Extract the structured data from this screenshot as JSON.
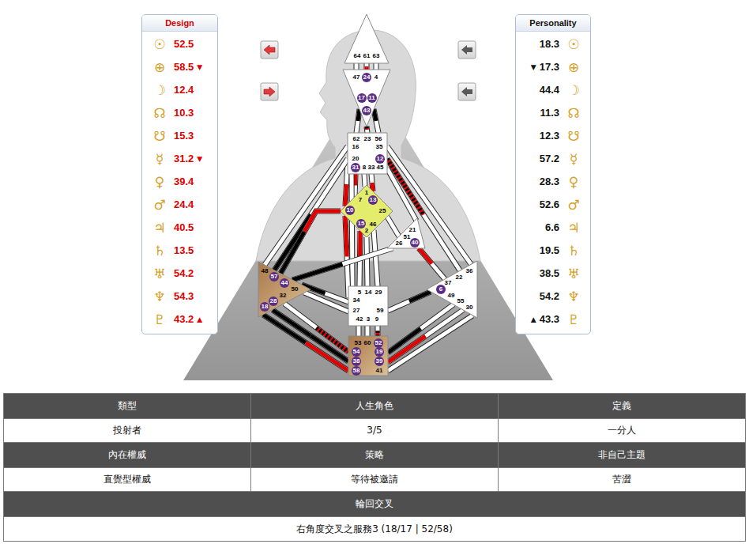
{
  "diagram": {
    "nodes": [
      {
        "text": [
          "Design",
          "☉",
          "52.5",
          "⊕",
          "58.5",
          "▼",
          "☽",
          "12.4",
          "☊",
          "10.3",
          "☋",
          "15.3",
          "☿",
          "31.2",
          "▼",
          "♀",
          "39.4",
          "♂",
          "24.4",
          "♃",
          "40.5",
          "♄",
          "13.5",
          "♅",
          "54.2",
          "♆",
          "54.3",
          "♇",
          "43.2",
          "▲"
        ]
      },
      {
        "text": [
          "64",
          "61",
          "63"
        ]
      },
      {
        "text": [
          "47",
          "24",
          "4",
          "17",
          "11",
          "43"
        ]
      },
      {
        "text": [
          "62",
          "23",
          "56",
          "16",
          "35",
          "20",
          "12",
          "31",
          "8",
          "33",
          "45"
        ]
      },
      {
        "text": [
          "1",
          "7",
          "13",
          "10",
          "25",
          "15",
          "46",
          "2"
        ]
      },
      {
        "text": [
          "21",
          "51",
          "26",
          "40"
        ]
      },
      {
        "text": [
          "48",
          "57",
          "44",
          "50",
          "32",
          "28",
          "18"
        ]
      },
      {
        "text": [
          "5",
          "14",
          "29",
          "34",
          "27",
          "59",
          "42",
          "3",
          "9"
        ]
      },
      {
        "text": [
          "36",
          "22",
          "37",
          "6",
          "49",
          "55",
          "30"
        ]
      },
      {
        "text": [
          "53",
          "60",
          "52",
          "54",
          "19",
          "38",
          "39",
          "58",
          "41"
        ]
      },
      {
        "text": [
          "Personality",
          "18.3",
          "☉",
          "▼",
          "17.3",
          "⊕",
          "44.4",
          "☽",
          "11.3",
          "☊",
          "12.3",
          "☋",
          "57.2",
          "☿",
          "28.3",
          "♀",
          "52.6",
          "♂",
          "6.6",
          "♃",
          "19.5",
          "♄",
          "38.5",
          "♅",
          "54.2",
          "♆",
          "▲",
          "43.3",
          "♇"
        ]
      }
    ],
    "edges": [
      {
        "from": 1,
        "to": 2,
        "arrow": "none"
      },
      {
        "from": 1,
        "to": 2,
        "arrow": "none"
      },
      {
        "from": 1,
        "to": 2,
        "arrow": "none"
      },
      {
        "from": 2,
        "to": 3,
        "arrow": "none"
      },
      {
        "from": 2,
        "to": 3,
        "arrow": "none"
      },
      {
        "from": 2,
        "to": 3,
        "arrow": "none"
      },
      {
        "from": 3,
        "to": 4,
        "arrow": "none"
      },
      {
        "from": 3,
        "to": 4,
        "arrow": "none"
      },
      {
        "from": 3,
        "to": 4,
        "arrow": "none"
      },
      {
        "from": 3,
        "to": 4,
        "arrow": "none"
      },
      {
        "from": 3,
        "to": 6,
        "arrow": "none"
      },
      {
        "from": 3,
        "to": 6,
        "arrow": "none"
      },
      {
        "from": 3,
        "to": 7,
        "arrow": "none"
      },
      {
        "from": 3,
        "to": 8,
        "arrow": "none"
      },
      {
        "from": 3,
        "to": 8,
        "arrow": "none"
      },
      {
        "from": 3,
        "to": 5,
        "arrow": "none"
      },
      {
        "from": 4,
        "to": 5,
        "arrow": "none"
      },
      {
        "from": 4,
        "to": 6,
        "arrow": "none"
      },
      {
        "from": 4,
        "to": 7,
        "arrow": "none"
      },
      {
        "from": 4,
        "to": 7,
        "arrow": "none"
      },
      {
        "from": 4,
        "to": 7,
        "arrow": "none"
      },
      {
        "from": 4,
        "to": 7,
        "arrow": "none"
      },
      {
        "from": 5,
        "to": 6,
        "arrow": "none"
      },
      {
        "from": 5,
        "to": 8,
        "arrow": "none"
      },
      {
        "from": 6,
        "to": 7,
        "arrow": "none"
      },
      {
        "from": 6,
        "to": 7,
        "arrow": "none"
      },
      {
        "from": 6,
        "to": 9,
        "arrow": "none"
      },
      {
        "from": 6,
        "to": 9,
        "arrow": "none"
      },
      {
        "from": 6,
        "to": 9,
        "arrow": "none"
      },
      {
        "from": 7,
        "to": 8,
        "arrow": "none"
      },
      {
        "from": 7,
        "to": 9,
        "arrow": "none"
      },
      {
        "from": 7,
        "to": 9,
        "arrow": "none"
      },
      {
        "from": 7,
        "to": 9,
        "arrow": "none"
      },
      {
        "from": 9,
        "to": 8,
        "arrow": "none"
      },
      {
        "from": 9,
        "to": 8,
        "arrow": "none"
      },
      {
        "from": 9,
        "to": 8,
        "arrow": "none"
      }
    ],
    "labels": [
      "類型",
      "人生角色",
      "定義",
      "投射者",
      "3/5",
      "一分人",
      "內在權威",
      "策略",
      "非自己主題",
      "直覺型權威",
      "等待被邀請",
      "苦澀",
      "輪回交叉",
      "右角度交叉之服務3 (18/17 | 52/58)"
    ]
  }
}
